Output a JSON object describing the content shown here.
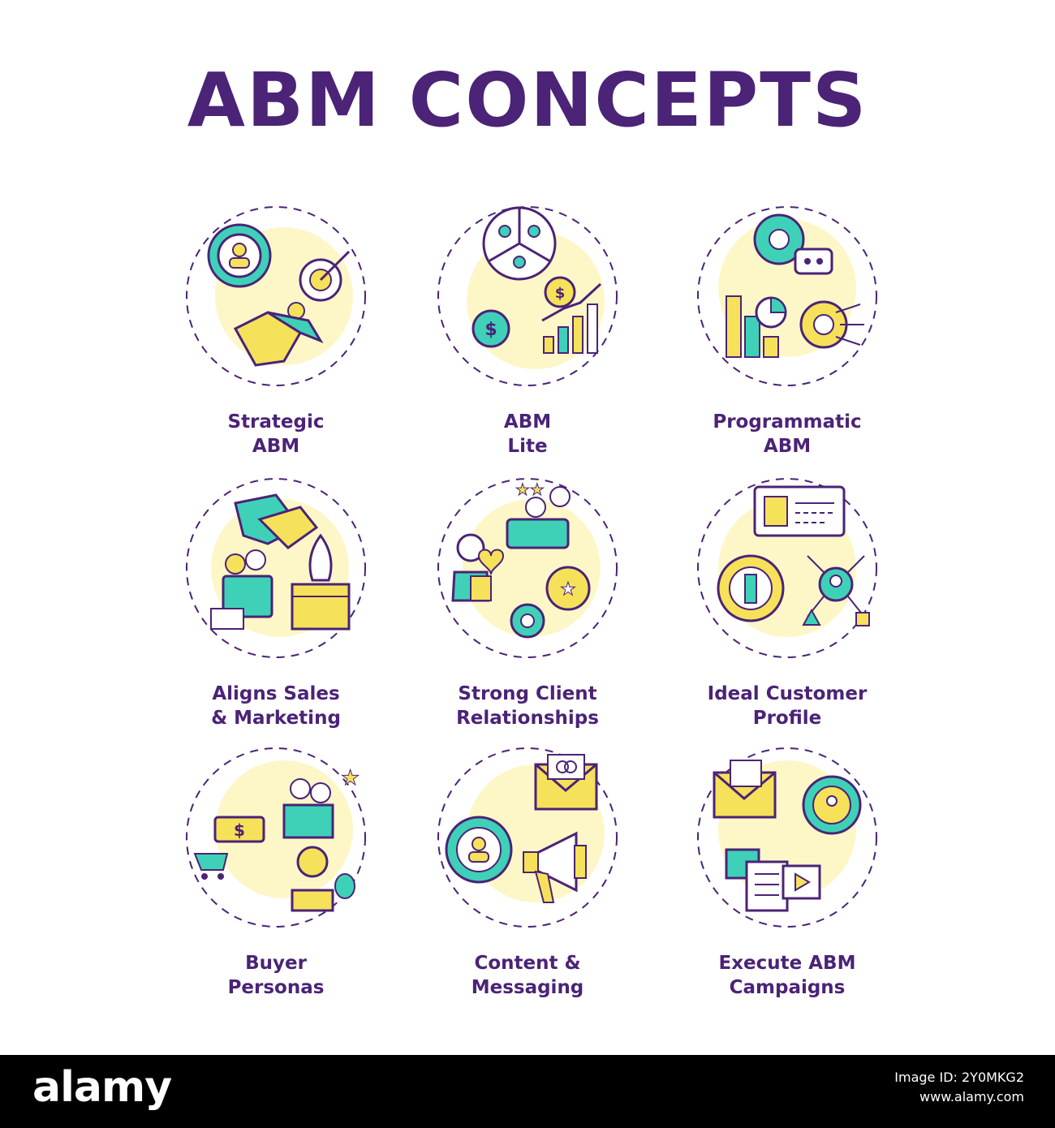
{
  "title": "ABM CONCEPTS",
  "colors": {
    "purple": "#4b2377",
    "teal": "#3fd1b8",
    "yellow": "#f6e15a",
    "pale": "#fdf7c8",
    "background": "#ffffff"
  },
  "concepts": [
    {
      "line1": "Strategic",
      "line2": "ABM",
      "icon": "target-person-handshake-icon"
    },
    {
      "line1": "ABM",
      "line2": "Lite",
      "icon": "groups-pie-growth-icon"
    },
    {
      "line1": "Programmatic",
      "line2": "ABM",
      "icon": "gear-robot-chart-icon"
    },
    {
      "line1": "Aligns Sales",
      "line2": "& Marketing",
      "icon": "handshake-team-rocket-icon"
    },
    {
      "line1": "Strong Client",
      "line2": "Relationships",
      "icon": "client-heart-gears-icon"
    },
    {
      "line1": "Ideal Customer",
      "line2": "Profile",
      "icon": "id-card-building-network-icon"
    },
    {
      "line1": "Buyer",
      "line2": "Personas",
      "icon": "cart-persona-masks-icon"
    },
    {
      "line1": "Content &",
      "line2": "Messaging",
      "icon": "envelope-megaphone-icon"
    },
    {
      "line1": "Execute ABM",
      "line2": "Campaigns",
      "icon": "email-cart-media-icon"
    }
  ],
  "footer": {
    "brand": "alamy",
    "image_id": "Image ID: 2Y0MKG2",
    "site": "www.alamy.com"
  }
}
